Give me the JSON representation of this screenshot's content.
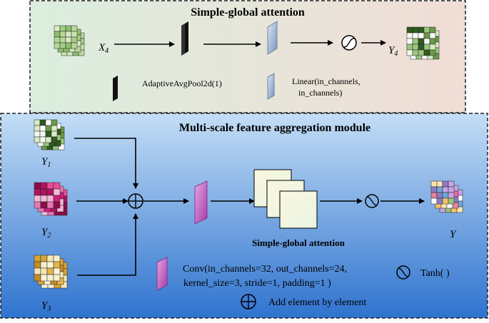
{
  "top_panel": {
    "title": "Simple-global attention",
    "input_var": "X",
    "input_sub": "4",
    "output_var": "Y",
    "output_sub": "4",
    "legend_pool": "AdaptiveAvgPool2d(1)",
    "legend_linear_line1": "Linear(in_channels,",
    "legend_linear_line2": "in_channels)"
  },
  "bottom_panel": {
    "title": "Multi-scale feature aggregation module",
    "inputs": [
      {
        "var": "Y",
        "sub": "1"
      },
      {
        "var": "Y",
        "sub": "2"
      },
      {
        "var": "Y",
        "sub": "3"
      }
    ],
    "stack_label": "Simple-global attention",
    "output_var": "Y",
    "legend_conv_line1": "Conv(in_channels=32, out_channels=24,",
    "legend_conv_line2": "kernel_size=3, stride=1, padding=1 )",
    "legend_tanh": "Tanh( )",
    "legend_add": "Add element by element"
  },
  "colors": {
    "top_bg_left": "#dbeede",
    "top_bg_right": "#f1ddd6",
    "bottom_bg_top": "#bcd9f4",
    "bottom_bg_bottom": "#2f73cf",
    "y1": "#6a9a42",
    "y2": "#d21d7c",
    "y3": "#d3a32f",
    "conv": "#c04fc0",
    "linear": "#8fa8c8",
    "pool": "#1c1c1c"
  }
}
